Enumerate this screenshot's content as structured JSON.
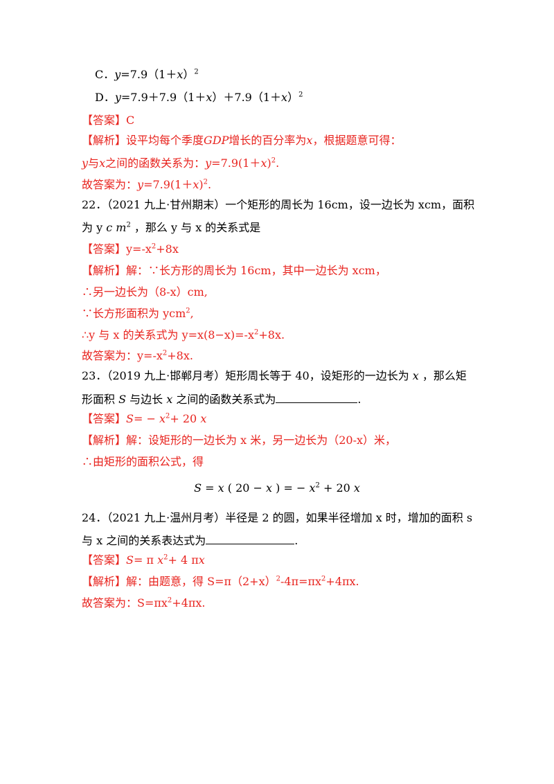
{
  "colors": {
    "text": "#000000",
    "answer": "#e8231e"
  },
  "q21": {
    "optC_label": "C．",
    "optC_y": "y",
    "optC_rest": "=7.9（1＋",
    "optC_x": "x",
    "optC_close": "）",
    "optC_sup": "2",
    "optD_label": "D．",
    "optD_y": "y",
    "optD_p1": "=7.9＋7.9（1＋",
    "optD_x1": "x",
    "optD_p2": "）＋7.9（1＋",
    "optD_x2": "x",
    "optD_close": "）",
    "optD_sup": "2",
    "ans_tag": "【答案】",
    "ans_val": "C",
    "ana_tag": "【解析】",
    "ana_l1_a": "设平均每个季度",
    "ana_l1_gdp": "GDP",
    "ana_l1_b": "增长的百分率为",
    "ana_l1_x": "x",
    "ana_l1_c": "，根据题意可得：",
    "ana_l2_y": "y",
    "ana_l2_a": "与",
    "ana_l2_x": "x",
    "ana_l2_b": "之间的函数关系为：",
    "ana_l2_y2": "y",
    "ana_l2_c": "=7.9(1＋",
    "ana_l2_x2": "x",
    "ana_l2_d": ")",
    "ana_l2_sup": "2",
    "ana_l2_end": ".",
    "fin_a": "故答案为：",
    "fin_y": "y",
    "fin_b": "=7.9(1＋",
    "fin_x": "x",
    "fin_c": ")",
    "fin_sup": "2",
    "fin_end": "."
  },
  "q22": {
    "stem_l1": "22．（2021 九上·甘州期末）一个矩形的周长为 16cm，设一边长为 xcm，面积",
    "stem_l2_a": "为 y ",
    "stem_l2_cm": "c m",
    "stem_l2_sup": "2",
    "stem_l2_b": " ，那么 y 与 x 的关系式是",
    "ans_tag": "【答案】",
    "ans_a": "y=-x",
    "ans_sup": "2",
    "ans_b": "+8x",
    "ana_tag": "【解析】",
    "ana_l1": "解：∵长方形的周长为 16cm，其中一边长为 xcm，",
    "ana_l2": "∴另一边长为（8-x）cm,",
    "ana_l3_a": "∵长方形面积为 ycm",
    "ana_l3_sup": "2",
    "ana_l3_b": ",",
    "ana_l4_a": "∴y 与 x 的关系式为 y=x(8−x)=-x",
    "ana_l4_sup": "2",
    "ana_l4_b": "+8x.",
    "fin_a": "故答案为：y=-x",
    "fin_sup": "2",
    "fin_b": "+8x."
  },
  "q23": {
    "stem_l1_a": "23．（2019 九上·邯郸月考）矩形周长等于 40，设矩形的一边长为 ",
    "stem_l1_x": "x",
    "stem_l1_b": " ，那么矩",
    "stem_l2_a": "形面积 ",
    "stem_l2_s": "S",
    "stem_l2_b": " 与边长 ",
    "stem_l2_x": "x",
    "stem_l2_c": " 之间的函数关系式为",
    "stem_l2_end": ".",
    "ans_tag": "【答案】",
    "ans_s": "S",
    "ans_a": "= − ",
    "ans_x": "x",
    "ans_sup": "2",
    "ans_b": "+ 20 ",
    "ans_x2": "x",
    "ana_tag": "【解析】",
    "ana_l1": "解：设矩形的一边长为 x 米，另一边长为（20-x）米，",
    "ana_l2": "∴由矩形的面积公式，得",
    "formula_s": "S",
    "formula_a": " = ",
    "formula_x": "x",
    "formula_b": " ( 20 − ",
    "formula_x2": "x",
    "formula_c": " ) = − ",
    "formula_x3": "x",
    "formula_sup": "2",
    "formula_d": " + 20 ",
    "formula_x4": "x"
  },
  "q24": {
    "stem_l1": "24．（2021 九上·温州月考）半径是 2 的圆，如果半径增加 x 时，增加的面积 s",
    "stem_l2_a": "与 x 之间的关系表达式为",
    "stem_l2_end": ".",
    "ans_tag": "【答案】",
    "ans_s": "S",
    "ans_a": "= π ",
    "ans_x": "x",
    "ans_sup": "2",
    "ans_b": "+ 4 π",
    "ans_x2": "x",
    "ana_tag": "【解析】",
    "ana_a": "解：由题意，得 S=π（2+x）",
    "ana_sup1": "2",
    "ana_b": "-4π=πx",
    "ana_sup2": "2",
    "ana_c": "+4πx.",
    "fin_a": "故答案为：S=πx",
    "fin_sup": "2",
    "fin_b": "+4πx."
  }
}
